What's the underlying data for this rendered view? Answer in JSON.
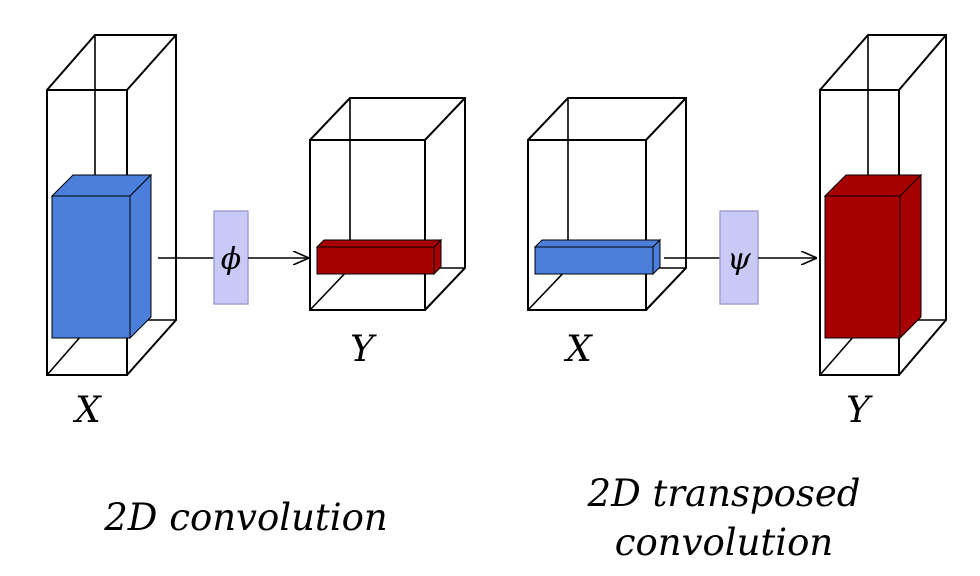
{
  "convolution": {
    "input_label": "X",
    "operator_symbol": "ϕ",
    "output_label": "Y",
    "caption": "2D convolution"
  },
  "transposed_convolution": {
    "input_label": "X",
    "operator_symbol": "ψ",
    "output_label": "Y",
    "caption_line1": "2D transposed",
    "caption_line2": "convolution"
  },
  "colors": {
    "input_block": "#4c7fdc",
    "output_block": "#a70000",
    "operator_box": "#c9c9f6",
    "operator_box_border": "#9e9ed6",
    "outline": "#000000"
  }
}
